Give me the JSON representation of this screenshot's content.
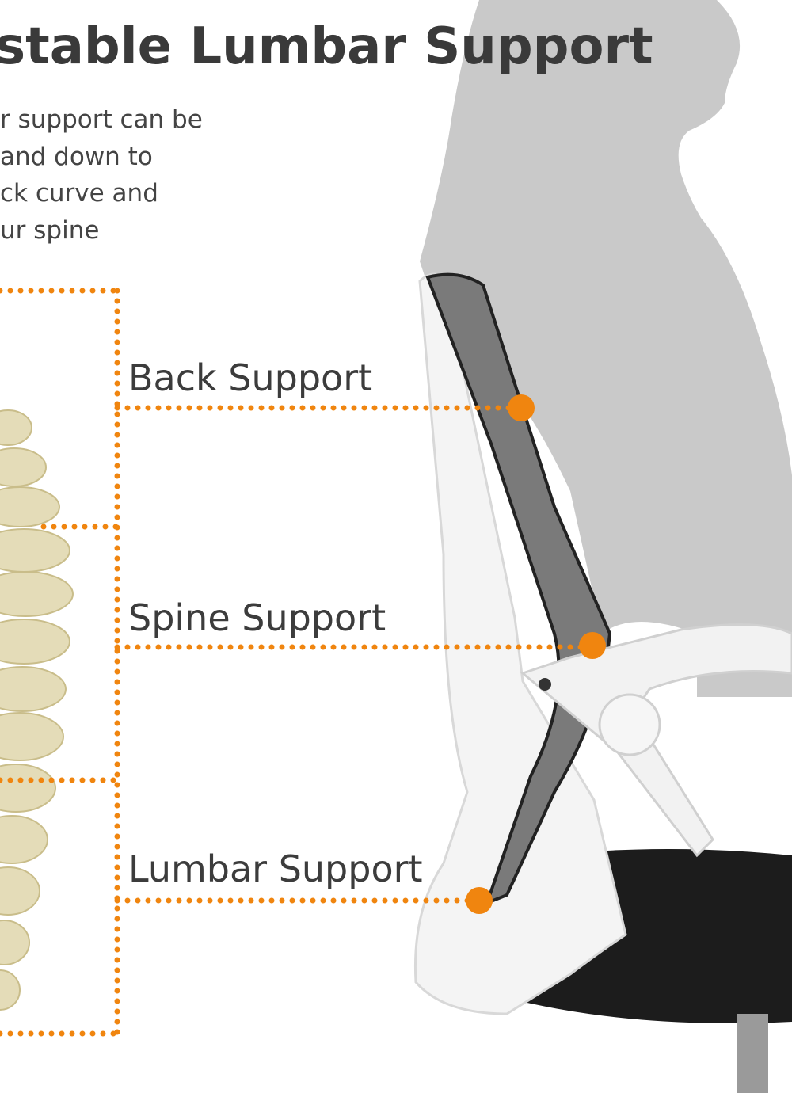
{
  "heading": "stable Lumbar Support",
  "description_lines": [
    "r support can be",
    "and down to",
    "ck curve and",
    "ur spine"
  ],
  "labels": {
    "back": "Back Support",
    "spine": "Spine Support",
    "lumbar": "Lumbar Support"
  },
  "colors": {
    "accent": "#f0850f",
    "text": "#3a3a3a",
    "silhouette": "#c9c9c9",
    "mesh": "#777777"
  }
}
